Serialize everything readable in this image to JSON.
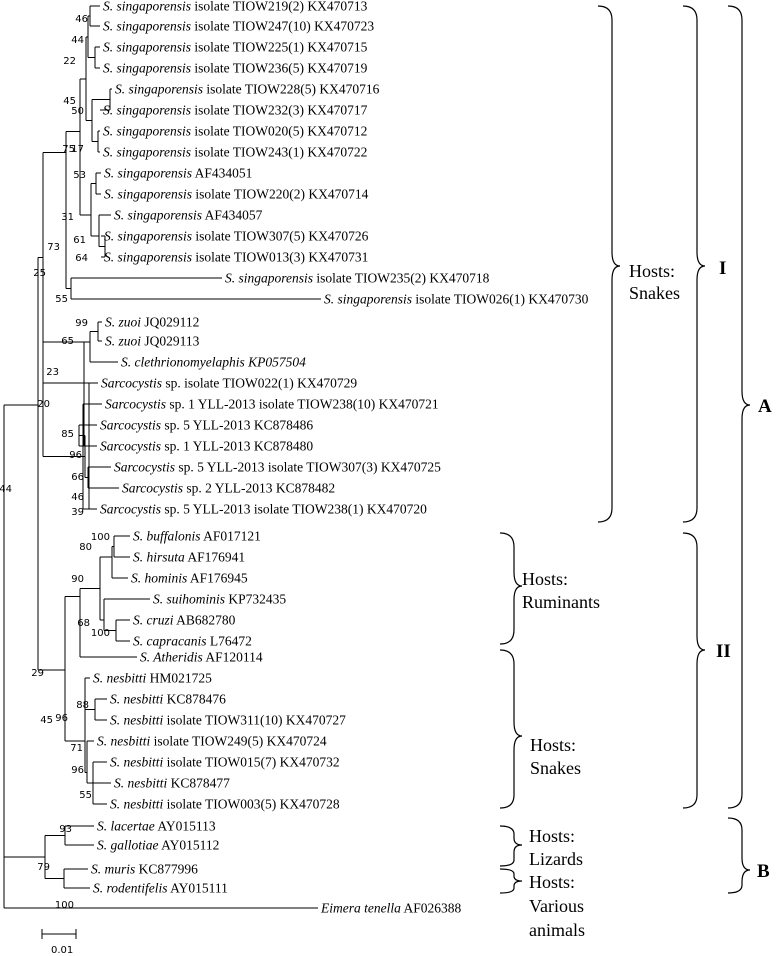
{
  "taxa": [
    {
      "genus": "S. singaporensis",
      "rest": " isolate TIOW219(2) KX470713"
    },
    {
      "genus": "S. singaporensis",
      "rest": " isolate TIOW247(10) KX470723"
    },
    {
      "genus": "S. singaporensis",
      "rest": " isolate TIOW225(1) KX470715"
    },
    {
      "genus": "S. singaporensis",
      "rest": " isolate TIOW236(5) KX470719"
    },
    {
      "genus": "S. singaporensis",
      "rest": " isolate TIOW228(5) KX470716"
    },
    {
      "genus": "S. singaporensis",
      "rest": " isolate TIOW232(3) KX470717"
    },
    {
      "genus": "S. singaporensis",
      "rest": " isolate TIOW020(5) KX470712"
    },
    {
      "genus": "S. singaporensis",
      "rest": " isolate TIOW243(1) KX470722"
    },
    {
      "genus": "S. singaporensis",
      "rest": "  AF434051"
    },
    {
      "genus": "S. singaporensis",
      "rest": " isolate TIOW220(2) KX470714"
    },
    {
      "genus": "S. singaporensis",
      "rest": " AF434057"
    },
    {
      "genus": "S. singaporensis",
      "rest": " isolate TIOW307(5) KX470726"
    },
    {
      "genus": "S. singaporensis",
      "rest": " isolate TIOW013(3) KX470731"
    },
    {
      "genus": "S. singaporensis",
      "rest": " isolate TIOW235(2) KX470718"
    },
    {
      "genus": "S. singaporensis",
      "rest": " isolate TIOW026(1) KX470730"
    },
    {
      "genus": "S. zuoi",
      "rest": " JQ029112"
    },
    {
      "genus": "S. zuoi",
      "rest": " JQ029113"
    },
    {
      "genus": "S. clethrionomyelaphis KP057504",
      "rest": ""
    },
    {
      "genus": "Sarcocystis",
      "rest": " sp. isolate TIOW022(1) KX470729"
    },
    {
      "genus": "Sarcocystis",
      "rest": " sp. 1 YLL-2013 isolate TIOW238(10) KX470721"
    },
    {
      "genus": "Sarcocystis",
      "rest": " sp. 5 YLL-2013 KC878486"
    },
    {
      "genus": "Sarcocystis",
      "rest": " sp. 1 YLL-2013 KC878480"
    },
    {
      "genus": "Sarcocystis",
      "rest": " sp. 5 YLL-2013 isolate TIOW307(3) KX470725"
    },
    {
      "genus": "Sarcocystis",
      "rest": " sp. 2 YLL-2013 KC878482"
    },
    {
      "genus": "Sarcocystis",
      "rest": " sp. 5 YLL-2013 isolate TIOW238(1) KX470720"
    },
    {
      "genus": "S. buffalonis",
      "rest": " AF017121"
    },
    {
      "genus": "S. hirsuta",
      "rest": " AF176941"
    },
    {
      "genus": "S. hominis",
      "rest": " AF176945"
    },
    {
      "genus": "S. suihominis",
      "rest": " KP732435"
    },
    {
      "genus": "S. cruzi",
      "rest": " AB682780"
    },
    {
      "genus": "S. capracanis",
      "rest": " L76472"
    },
    {
      "genus": "S. Atheridis",
      "rest": "  AF120114"
    },
    {
      "genus": "S. nesbitti",
      "rest": " HM021725"
    },
    {
      "genus": "S. nesbitti",
      "rest": " KC878476"
    },
    {
      "genus": "S. nesbitti",
      "rest": " isolate TIOW311(10) KX470727"
    },
    {
      "genus": "S. nesbitti",
      "rest": " isolate TIOW249(5) KX470724"
    },
    {
      "genus": "S. nesbitti",
      "rest": " isolate TIOW015(7) KX470732"
    },
    {
      "genus": "S. nesbitti",
      "rest": " KC878477"
    },
    {
      "genus": "S. nesbitti",
      "rest": " isolate TIOW003(5) KX470728"
    },
    {
      "genus": "S. lacertae",
      "rest": " AY015113"
    },
    {
      "genus": "S. gallotiae",
      "rest": " AY015112"
    },
    {
      "genus": "S. muris",
      "rest": " KC877996"
    },
    {
      "genus": "S. rodentifelis",
      "rest": " AY015111"
    },
    {
      "genus": "Eimera tenella",
      "rest": " AF026388"
    }
  ],
  "bootstrap": [
    "46",
    "44",
    "22",
    "45",
    "50",
    "75",
    "17",
    "53",
    "31",
    "61",
    "64",
    "73",
    "55",
    "25",
    "99",
    "65",
    "23",
    "20",
    "85",
    "96",
    "66",
    "46",
    "39",
    "44",
    "100",
    "80",
    "90",
    "68",
    "100",
    "29",
    "45",
    "88",
    "96",
    "71",
    "96",
    "55",
    "93",
    "79",
    "100"
  ],
  "hosts": {
    "snakes1_line1": "Hosts:",
    "snakes1_line2": "Snakes",
    "ruminants_line1": "Hosts:",
    "ruminants_line2": "Ruminants",
    "snakes2_line1": "Hosts:",
    "snakes2_line2": "Snakes",
    "lizards_line1": "Hosts:",
    "lizards_line2": "Lizards",
    "various_line1": "Hosts:",
    "various_line2": "Various",
    "various_line3": "animals"
  },
  "clades": {
    "I": "I",
    "II": "II",
    "A": "A",
    "B": "B"
  },
  "scale_label": "0.01"
}
